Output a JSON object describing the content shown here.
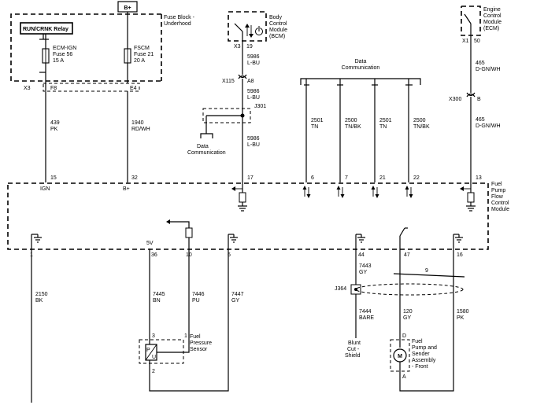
{
  "top_connector": {
    "label": "B+"
  },
  "fuse_block": {
    "title_line1": "Fuse Block -",
    "title_line2": "Underhood",
    "relay_label": "RUN/CRNK Relay",
    "fuse_ecm": {
      "line1": "ECM-IGN",
      "line2": "Fuse 56",
      "line3": "15 A"
    },
    "fuse_fscm": {
      "line1": "FSCM",
      "line2": "Fuse 21",
      "line3": "20 A"
    },
    "connector": "X3",
    "pin_left": "F8",
    "pin_right": "E4"
  },
  "bcm": {
    "line1": "Body",
    "line2": "Control",
    "line3": "Module",
    "line4": "(BCM)",
    "connector": "X3",
    "pin": "19",
    "wire_top": {
      "circuit": "5986",
      "color": "L-BU"
    },
    "inline_connector": "X115",
    "inline_pin": "A8",
    "wire_mid": {
      "circuit": "5986",
      "color": "L-BU"
    },
    "splice": "J301",
    "data_comm_line1": "Data",
    "data_comm_line2": "Communication",
    "wire_bottom": {
      "circuit": "5986",
      "color": "L-BU"
    }
  },
  "data_bus": {
    "title_line1": "Data",
    "title_line2": "Communication",
    "wires": [
      {
        "circuit": "2501",
        "color": "TN",
        "pin": "6"
      },
      {
        "circuit": "2500",
        "color": "TN/BK",
        "pin": "7"
      },
      {
        "circuit": "2501",
        "color": "TN",
        "pin": "21"
      },
      {
        "circuit": "2500",
        "color": "TN/BK",
        "pin": "22"
      }
    ]
  },
  "ecm": {
    "line1": "Engine",
    "line2": "Control",
    "line3": "Module",
    "line4": "(ECM)",
    "connector": "X1",
    "pin": "50",
    "wire_top": {
      "circuit": "465",
      "color": "D-GN/WH"
    },
    "inline_connector": "X300",
    "inline_pin": "B",
    "wire_bottom": {
      "circuit": "465",
      "color": "D-GN/WH"
    },
    "module_pin": "13"
  },
  "ign_wire": {
    "circuit": "439",
    "color": "PK",
    "pin": "15",
    "pin_label": "IGN"
  },
  "bplus_wire": {
    "circuit": "1940",
    "color": "RD/WH",
    "pin": "32",
    "pin_label": "B+"
  },
  "fpfcm": {
    "line1": "Fuel",
    "line2": "Pump",
    "line3": "Flow",
    "line4": "Control",
    "line5": "Module"
  },
  "bcm_module_pin": "17",
  "bottom_pins": {
    "p1": "1",
    "v5": "5V",
    "p36": "36",
    "p10": "10",
    "p6": "6",
    "p44": "44",
    "p47": "47",
    "p16": "16"
  },
  "lower_wires": {
    "ground": {
      "circuit": "2150",
      "color": "BK"
    },
    "w7445": {
      "circuit": "7445",
      "color": "BN"
    },
    "w7446": {
      "circuit": "7446",
      "color": "PU"
    },
    "w7447": {
      "circuit": "7447",
      "color": "GY"
    },
    "w7443": {
      "circuit": "7443",
      "color": "GY"
    },
    "w7444": {
      "circuit": "7444",
      "color": "BARE"
    },
    "w120": {
      "circuit": "120",
      "color": "GY"
    },
    "w1580": {
      "circuit": "1580",
      "color": "PK"
    }
  },
  "shield_connector": "J364",
  "twist_count": "9",
  "pressure_sensor": {
    "line1": "Fuel",
    "line2": "Pressure",
    "line3": "Sensor",
    "pin3": "3",
    "pin1": "1",
    "pin2": "2",
    "glyph_p": "P",
    "glyph_u": "U"
  },
  "blunt_cut": {
    "line1": "Blunt",
    "line2": "Cut -",
    "line3": "Shield"
  },
  "fuel_pump": {
    "line1": "Fuel",
    "line2": "Pump and",
    "line3": "Sender",
    "line4": "Assembly",
    "line5": "- Front",
    "pin_d": "D",
    "pin_a": "A",
    "motor": "M"
  }
}
